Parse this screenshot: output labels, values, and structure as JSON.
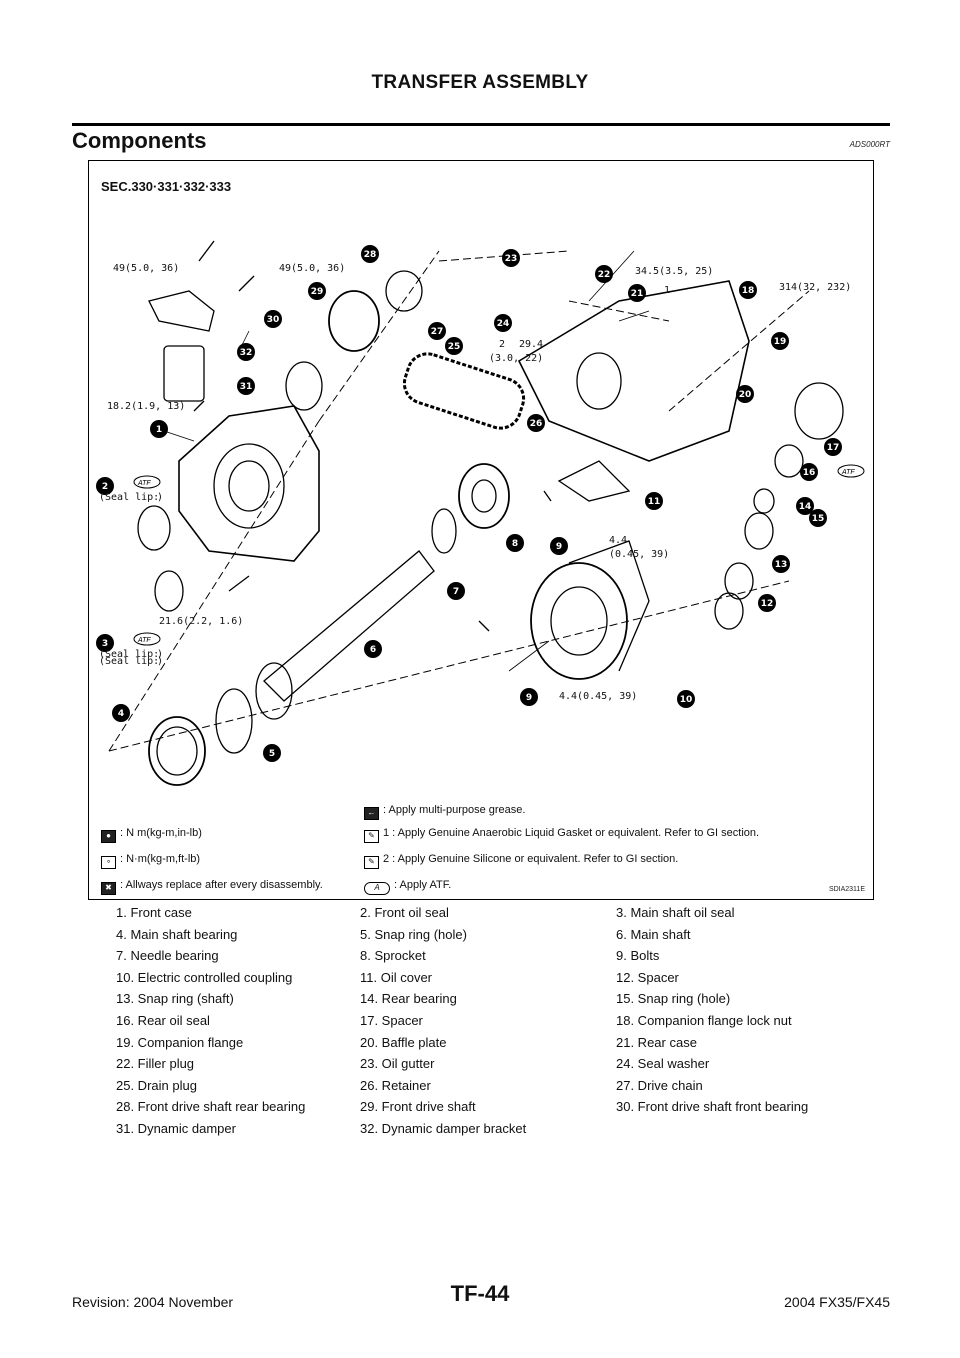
{
  "header": {
    "title": "TRANSFER ASSEMBLY"
  },
  "section": {
    "title": "Components",
    "code": "ADS000RT"
  },
  "figure": {
    "sec_label": "SEC.330·331·332·333",
    "figure_code": "SDIA2311E",
    "callouts": [
      "1",
      "2",
      "3",
      "4",
      "5",
      "6",
      "7",
      "8",
      "9",
      "10",
      "11",
      "12",
      "13",
      "14",
      "15",
      "16",
      "17",
      "18",
      "19",
      "20",
      "21",
      "22",
      "23",
      "24",
      "25",
      "26",
      "27",
      "28",
      "29",
      "30",
      "31",
      "32",
      "9"
    ],
    "torque_labels": [
      "49(5.0, 36)",
      "49(5.0, 36)",
      "34.5(3.5, 25)",
      "1",
      "314(32, 232)",
      "2",
      "29.4",
      "(3.0, 22)",
      "18.2(1.9, 13)",
      "(Seal lip:",
      ")",
      "(Seal lip:",
      ")",
      "4.4",
      "(0.45, 39)",
      "21.6(2.2, 1.6)",
      "(Seal lip:",
      ")",
      "4.4(0.45, 39)"
    ],
    "atf": "ATF",
    "legend": {
      "grease": ": Apply multi-purpose grease.",
      "nm_kgm_inlb": ": N m(kg-m,in-lb)",
      "gasket1": "1 : Apply Genuine Anaerobic Liquid Gasket or equivalent. Refer to GI section.",
      "nm_kgm_ftlb": ": N·m(kg-m,ft-lb)",
      "gasket2": "2 : Apply Genuine Silicone or equivalent. Refer to GI section.",
      "replace": ": Allways replace after every disassembly.",
      "apply_atf": ": Apply ATF."
    }
  },
  "parts": [
    "1.   Front case",
    "2.   Front oil seal",
    "3.   Main shaft oil seal",
    "4.   Main shaft bearing",
    "5.   Snap ring (hole)",
    "6.   Main shaft",
    "7.   Needle bearing",
    "8.   Sprocket",
    "9.   Bolts",
    "10.  Electric controlled coupling",
    "11.  Oil cover",
    "12.  Spacer",
    "13.  Snap ring (shaft)",
    "14.  Rear bearing",
    "15.  Snap ring (hole)",
    "16.  Rear oil seal",
    "17.  Spacer",
    "18.  Companion flange lock nut",
    "19.  Companion flange",
    "20.  Baffle plate",
    "21.  Rear case",
    "22.  Filler plug",
    "23.  Oil gutter",
    "24.  Seal washer",
    "25.  Drain plug",
    "26.  Retainer",
    "27.  Drive chain",
    "28.  Front drive shaft rear bearing",
    "29.  Front drive shaft",
    "30.  Front drive shaft front bearing",
    "31.  Dynamic damper",
    "32.  Dynamic damper bracket"
  ],
  "footer": {
    "revision": "Revision: 2004 November",
    "page": "TF-44",
    "model": "2004 FX35/FX45"
  }
}
